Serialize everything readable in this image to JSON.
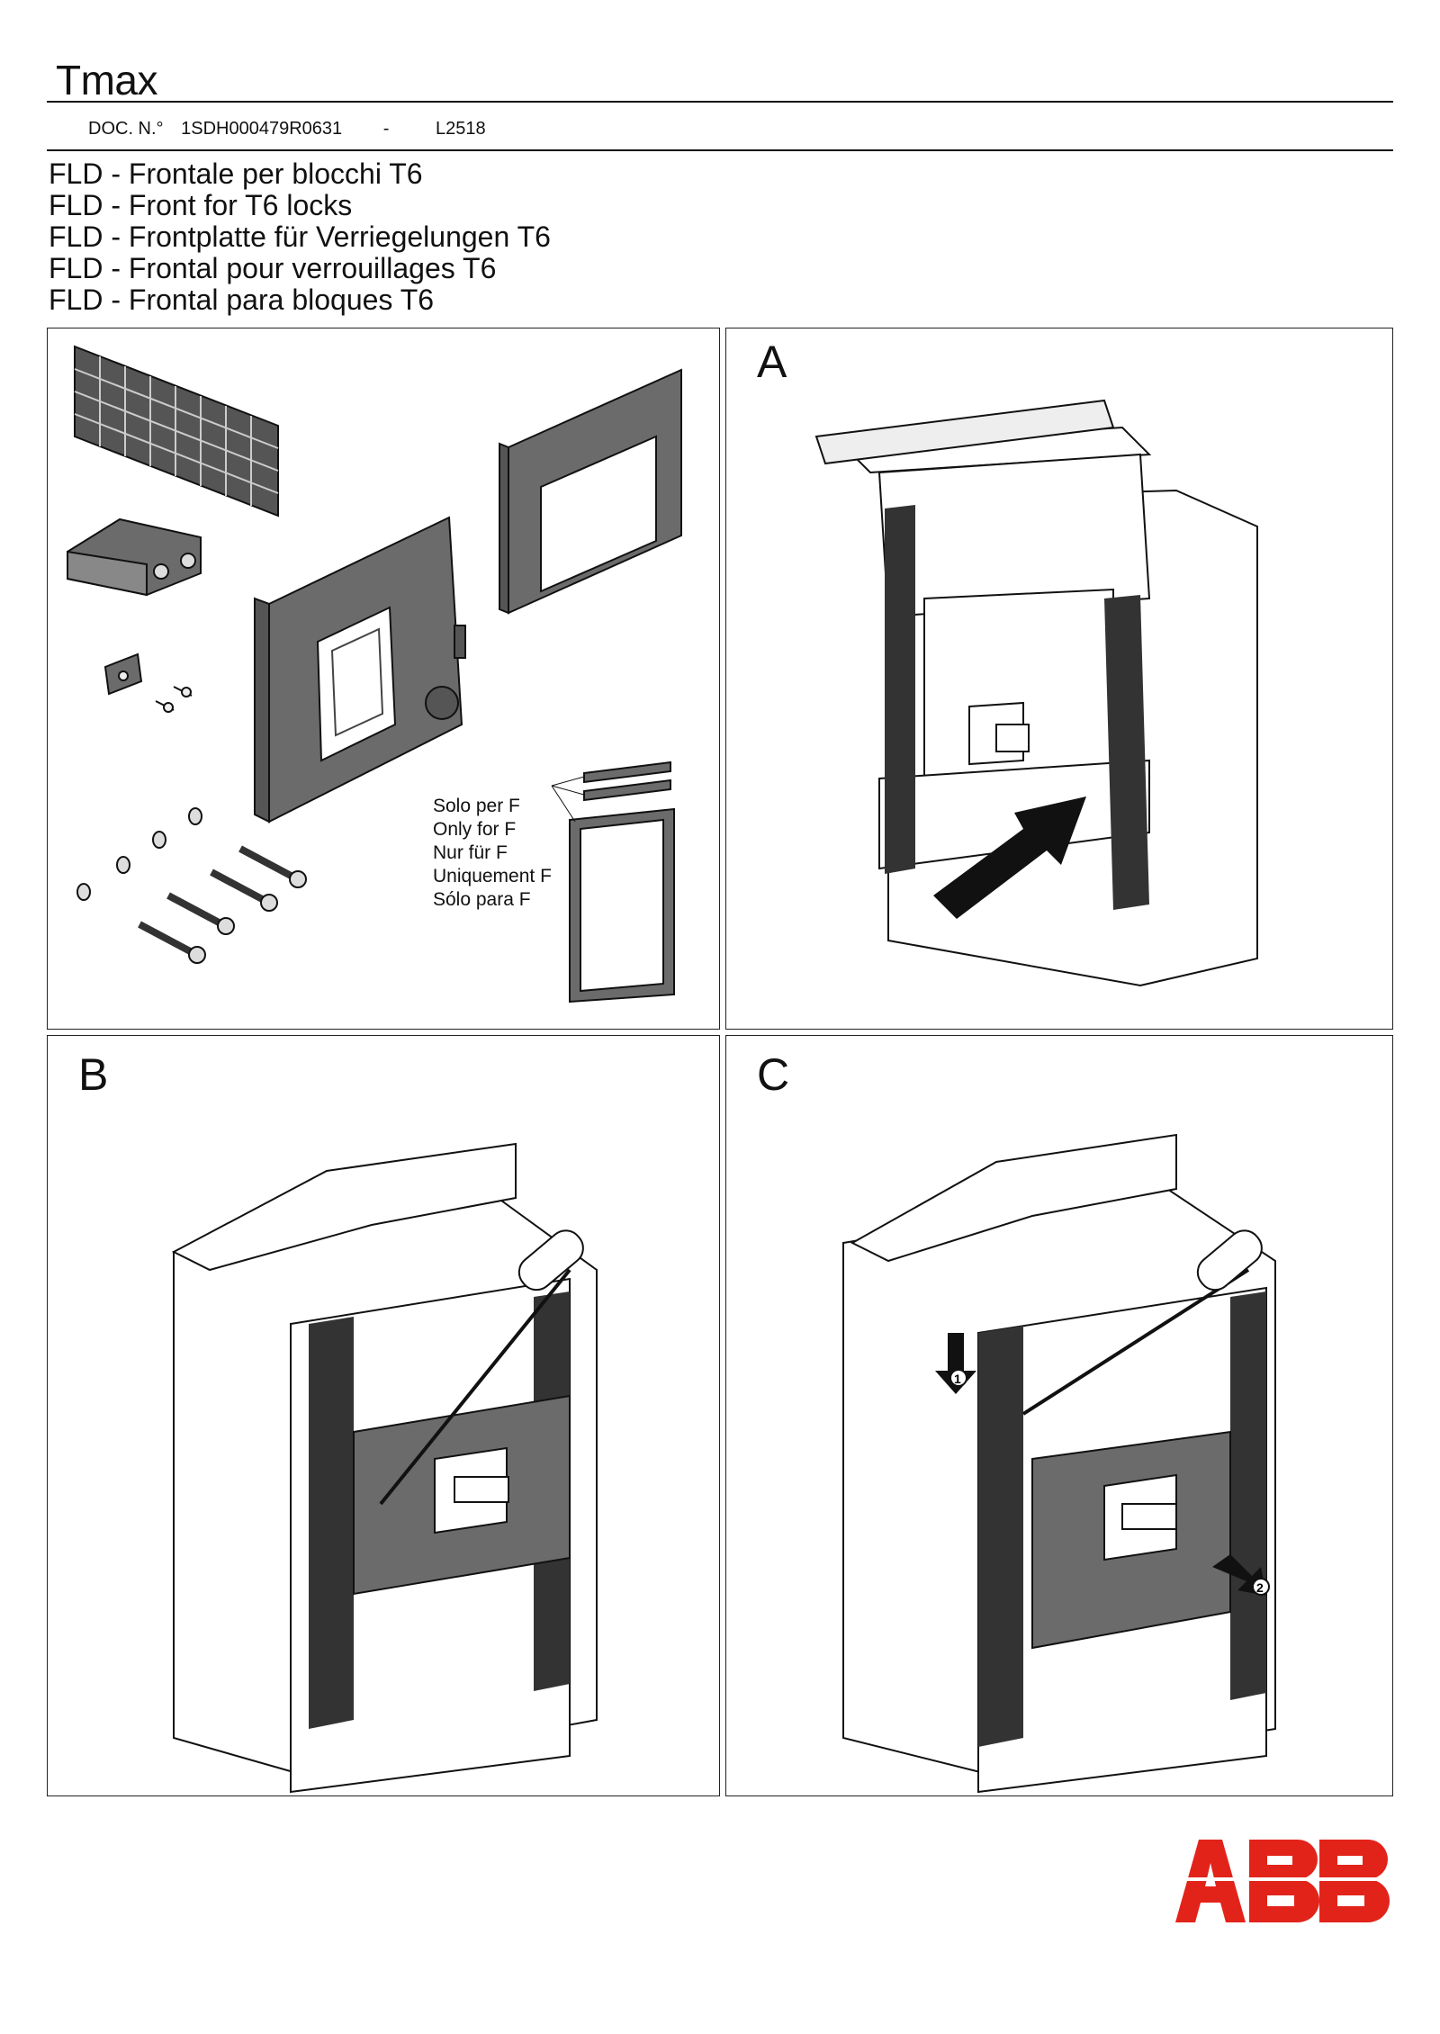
{
  "header": {
    "brand": "Tmax",
    "doc_prefix": "DOC. N.°",
    "doc_number": "1SDH000479R0631",
    "separator": "-",
    "doc_code": "L2518"
  },
  "titles": [
    "FLD - Frontale per blocchi T6",
    "FLD - Front for T6 locks",
    "FLD - Frontplatte für Verriegelungen T6",
    "FLD - Frontal pour verrouillages T6",
    "FLD - Frontal para bloques T6"
  ],
  "panels": {
    "kit": {
      "notes": [
        "Solo per F",
        "Only for F",
        "Nur für F",
        "Uniquement F",
        "Sólo para F"
      ]
    },
    "a": {
      "label": "A"
    },
    "b": {
      "label": "B"
    },
    "c": {
      "label": "C",
      "step1": "1",
      "step2": "2"
    }
  },
  "logo": {
    "text": "ABB",
    "color": "#e2231a"
  },
  "colors": {
    "part_fill": "#6b6b6b",
    "line": "#111111"
  }
}
